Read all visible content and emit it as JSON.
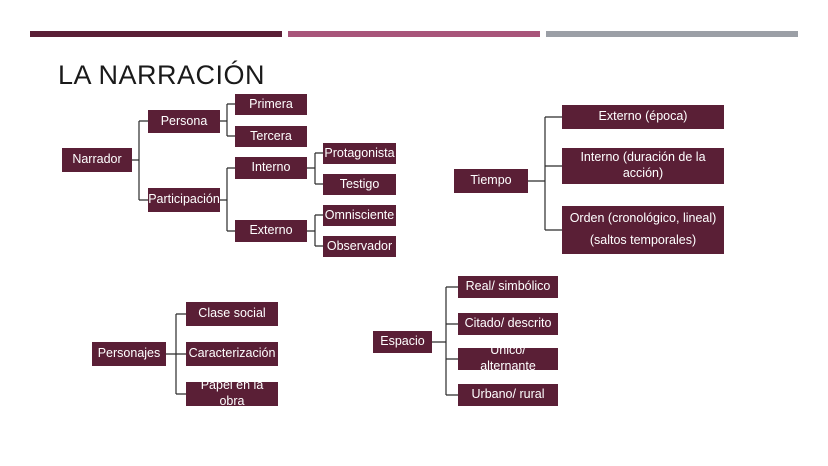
{
  "header": {
    "accent_colors": [
      "#5a1f36",
      "#a8557a",
      "#9b9fa6"
    ],
    "title": "LA NARRACIÓN"
  },
  "diagram": {
    "box_color": "#5a1f36",
    "connector_color": "#2b2b2b",
    "narrador": {
      "label": "Narrador",
      "persona": {
        "label": "Persona",
        "primera": "Primera",
        "tercera": "Tercera"
      },
      "participacion": {
        "label": "Participación",
        "interno": {
          "label": "Interno",
          "protagonista": "Protagonista",
          "testigo": "Testigo"
        },
        "externo": {
          "label": "Externo",
          "omnisciente": "Omnisciente",
          "observador": "Observador"
        }
      }
    },
    "tiempo": {
      "label": "Tiempo",
      "externo": "Externo (época)",
      "interno": [
        "Interno (duración de la",
        "acción)"
      ],
      "orden": [
        "Orden (cronológico, lineal)",
        "(saltos temporales)"
      ]
    },
    "personajes": {
      "label": "Personajes",
      "items": [
        "Clase social",
        "Caracterización",
        "Papel en la obra"
      ]
    },
    "espacio": {
      "label": "Espacio",
      "items": [
        "Real/ simbólico",
        "Citado/ descrito",
        "Único/ alternante",
        "Urbano/ rural"
      ]
    }
  }
}
